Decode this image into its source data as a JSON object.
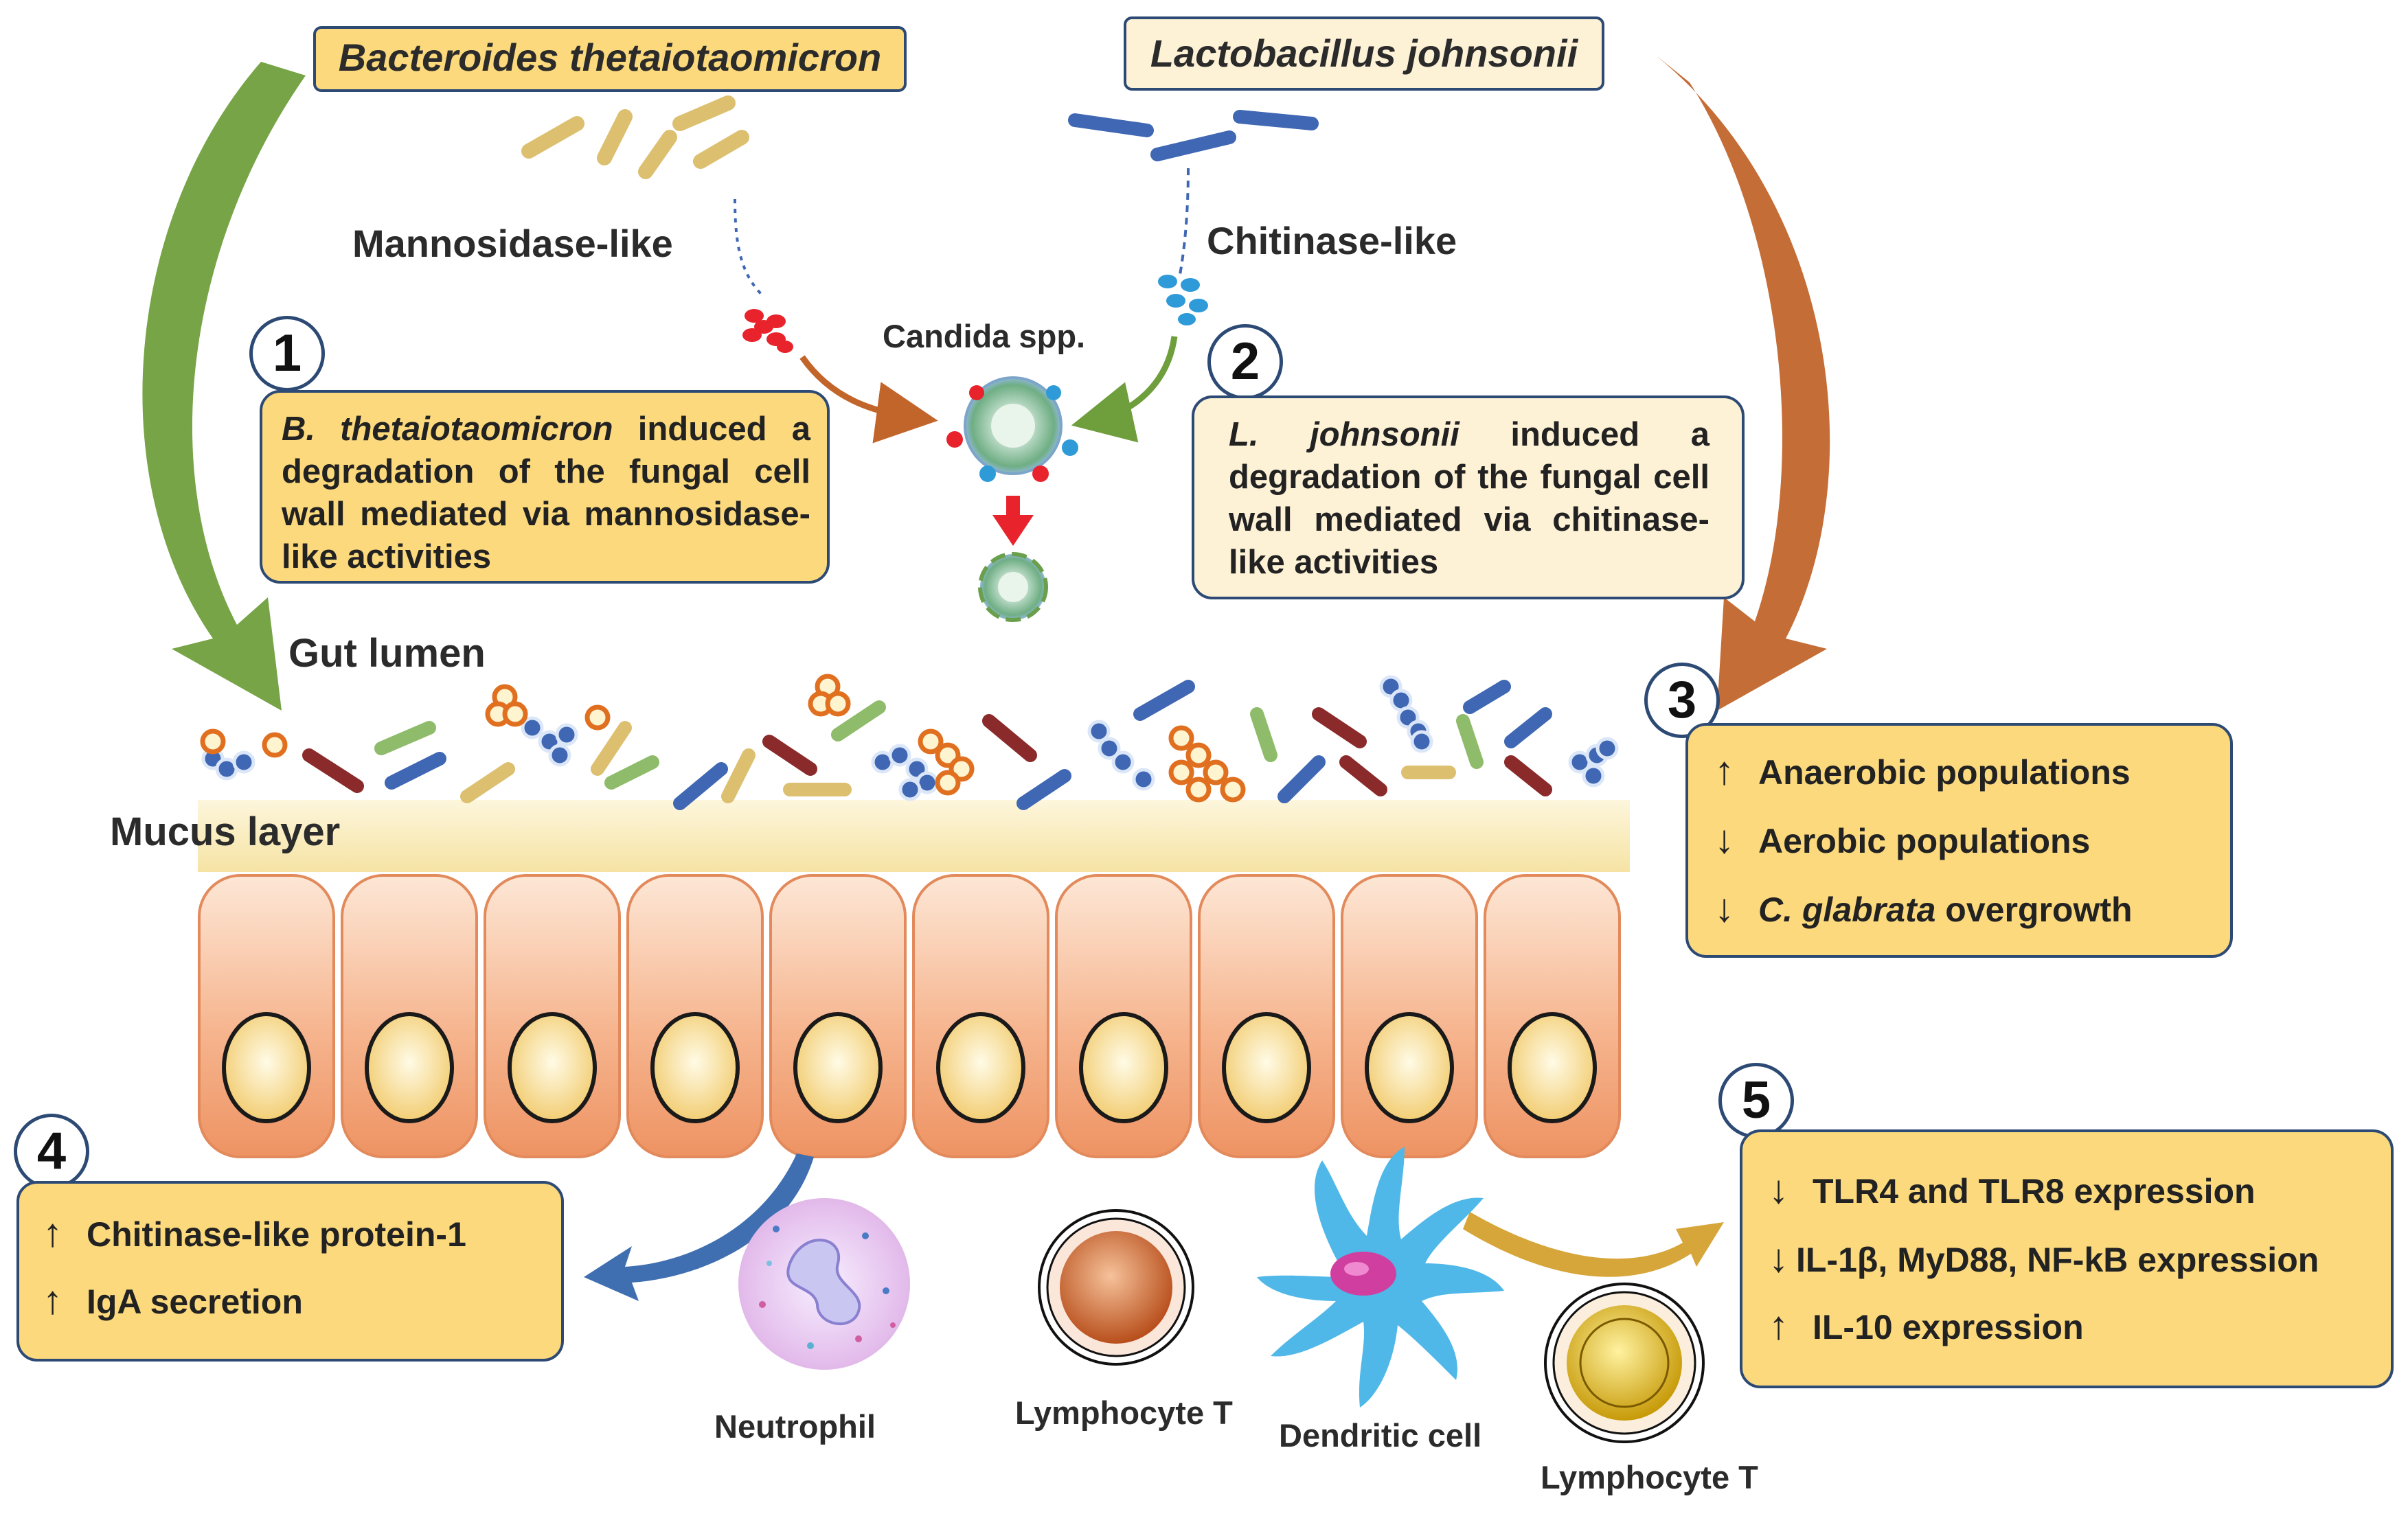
{
  "species": {
    "bacteroides": "Bacteroides thetaiotaomicron",
    "lactobacillus": "Lactobacillus johnsonii"
  },
  "enzymes": {
    "mannosidase": "Mannosidase-like",
    "chitinase": "Chitinase-like"
  },
  "candida_label": "Candida spp.",
  "steps": {
    "one": {
      "number": "1",
      "species": "B. thetaiotaomicron",
      "text": "induced a degradation of the fungal cell wall mediated via mannosidase-like activities"
    },
    "two": {
      "number": "2",
      "species": "L. johnsonii",
      "text": "induced a degradation of the fungal cell wall mediated via chitinase-like activities"
    },
    "three": {
      "number": "3",
      "items": [
        {
          "arrow": "↑",
          "text": "Anaerobic populations"
        },
        {
          "arrow": "↓",
          "text": "Aerobic populations"
        },
        {
          "arrow": "↓",
          "species": "C. glabrata",
          "text": " overgrowth"
        }
      ]
    },
    "four": {
      "number": "4",
      "items": [
        {
          "arrow": "↑",
          "text": "Chitinase-like protein-1"
        },
        {
          "arrow": "↑",
          "text": "IgA secretion"
        }
      ]
    },
    "five": {
      "number": "5",
      "items": [
        {
          "arrow": "↓",
          "text": "TLR4 and TLR8 expression"
        },
        {
          "arrow": "↓",
          "text": "IL-1β, MyD88, NF-kB expression"
        },
        {
          "arrow": "↑",
          "text": "IL-10 expression"
        }
      ]
    }
  },
  "regions": {
    "gut_lumen": "Gut lumen",
    "mucus_layer": "Mucus layer"
  },
  "cells": {
    "neutrophil": "Neutrophil",
    "lymphocyte_t_1": "Lymphocyte T",
    "dendritic": "Dendritic cell",
    "lymphocyte_t_2": "Lymphocyte T"
  },
  "colors": {
    "box_yellow": "#fbd97c",
    "box_cream": "#fdf1d6",
    "border_navy": "#2d4a75",
    "arrow_green": "#6f9f3c",
    "arrow_orange": "#c2652b",
    "arrow_blue": "#3f6fb0",
    "arrow_gold": "#d7a63a",
    "mucus": "#fbf0c6",
    "epithelium": "#f2a27a"
  },
  "icons": [
    "bacteroides-rod-icon",
    "lactobacillus-rod-icon",
    "candida-cell-icon",
    "neutrophil-icon",
    "lymphocyte-icon",
    "dendritic-cell-icon",
    "enterocyte-icon"
  ]
}
